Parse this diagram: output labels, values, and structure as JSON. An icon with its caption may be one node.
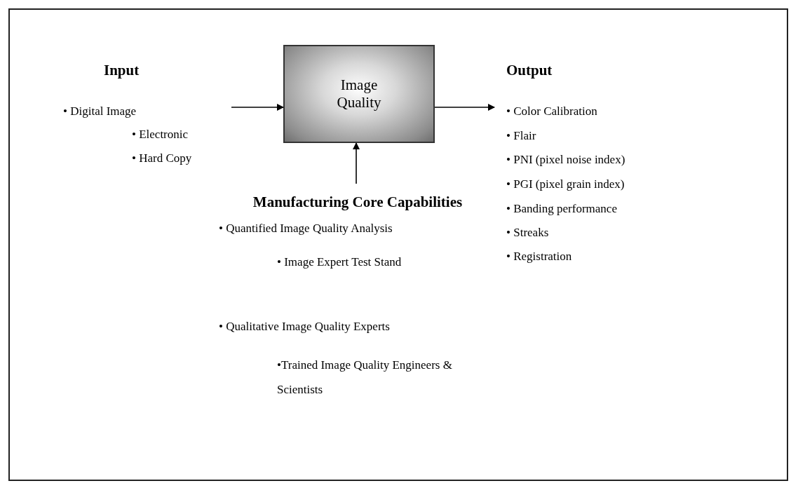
{
  "diagram": {
    "nodes": [
      {
        "text": [
          "Input",
          "• Digital Image",
          "• Electronic",
          "• Hard Copy"
        ]
      },
      {
        "text": [
          "Image Quality"
        ]
      },
      {
        "text": [
          "Output",
          "• Color Calibration",
          "• Flair",
          "• PNI (pixel noise index)",
          "• PGI (pixel grain index)",
          "• Banding performance",
          "• Streaks",
          "• Registration"
        ]
      },
      {
        "text": [
          "Manufacturing Core Capabilities",
          "• Quantified Image Quality Analysis",
          "• Image Expert Test Stand",
          "• Qualitative Image Quality Experts",
          "•Trained Image Quality Engineers & Scientists"
        ]
      }
    ],
    "edges": [
      {
        "from": 0,
        "to": 1,
        "arrow": "to"
      },
      {
        "from": 1,
        "to": 2,
        "arrow": "to"
      },
      {
        "from": 3,
        "to": 1,
        "arrow": "to"
      }
    ]
  }
}
